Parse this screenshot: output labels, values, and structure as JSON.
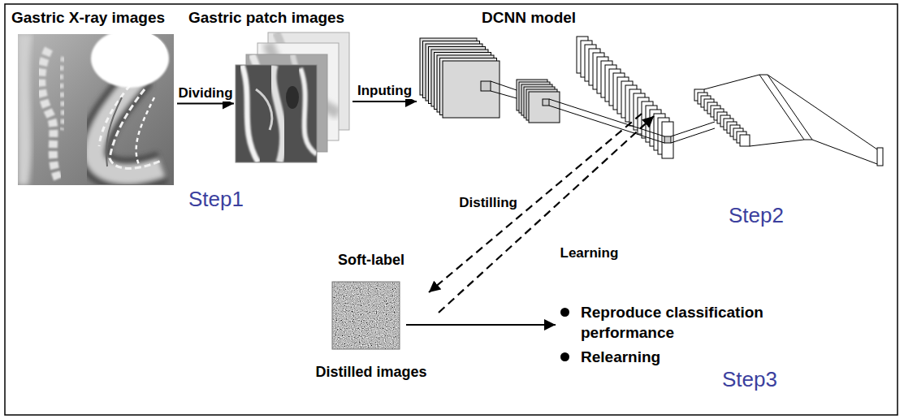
{
  "diagram": {
    "nodes": [
      {
        "text": [
          "Gastric X-ray images"
        ]
      },
      {
        "text": [
          "Gastric patch images"
        ]
      },
      {
        "text": [
          "DCNN model"
        ]
      },
      {
        "text": [
          "Soft-label",
          "Distilled images"
        ]
      },
      {
        "text": [
          "Reproduce classification performance",
          "Relearning"
        ]
      }
    ],
    "edges": [
      {
        "from": 0,
        "to": 1,
        "label": "Dividing",
        "arrow": "to"
      },
      {
        "from": 1,
        "to": 2,
        "label": "Inputing",
        "arrow": "to"
      },
      {
        "from": 2,
        "to": 3,
        "label": "Distilling",
        "arrow": "to"
      },
      {
        "from": 3,
        "to": 2,
        "label": "Learning",
        "arrow": "to"
      },
      {
        "from": 3,
        "to": 4,
        "arrow": "to"
      }
    ],
    "labels": [
      "Step1",
      "Step2",
      "Step3"
    ]
  }
}
